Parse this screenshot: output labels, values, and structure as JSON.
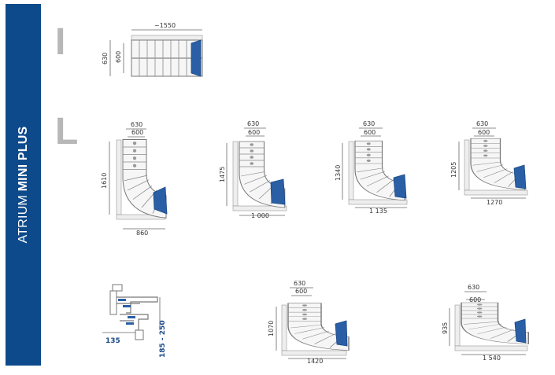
{
  "side_title": {
    "part1": "ATRIUM ",
    "part2": "MINI PLUS"
  },
  "section_letters": {
    "straight": "I",
    "l_shape": "L"
  },
  "diagrams": {
    "straight": {
      "length": "~1550",
      "width_outer": "630",
      "width_inner": "600"
    },
    "l1": {
      "w_outer": "630",
      "w_inner": "600",
      "height": "1610",
      "base": "860"
    },
    "l2": {
      "w_outer": "630",
      "w_inner": "600",
      "height": "1475",
      "base": "1 000"
    },
    "l3": {
      "w_outer": "630",
      "w_inner": "600",
      "height": "1340",
      "base": "1 135"
    },
    "l4": {
      "w_outer": "630",
      "w_inner": "600",
      "height": "1205",
      "base": "1270"
    },
    "side": {
      "tread_depth": "135",
      "rise": "185 - 250"
    },
    "l5": {
      "w_outer": "630",
      "w_inner": "600",
      "height": "1070",
      "base": "1420"
    },
    "l6": {
      "w_outer": "630",
      "w_inner": "600",
      "height": "935",
      "base": "1 540"
    }
  },
  "colors": {
    "band": "#0d4a8b",
    "accent": "#2a5fa5",
    "letters": "#b7b7b7"
  }
}
